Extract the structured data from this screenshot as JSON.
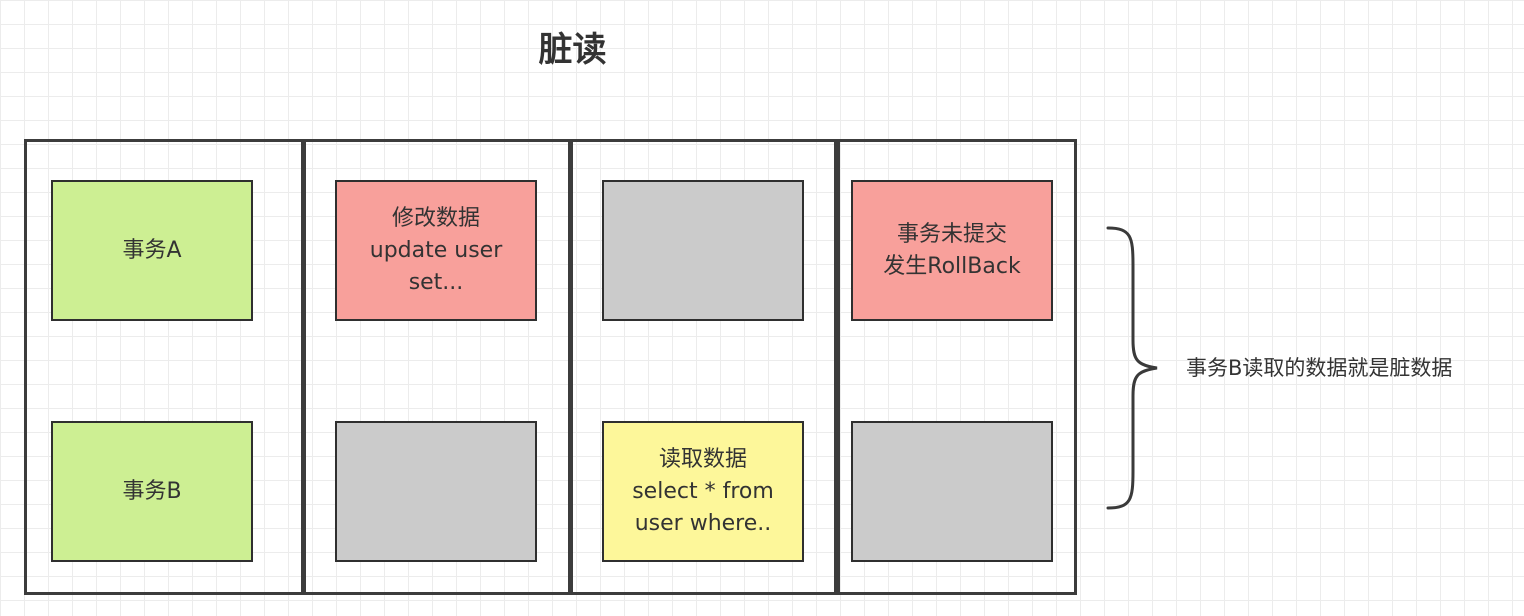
{
  "title": "脏读",
  "columns": [
    {
      "top": {
        "text": "事务A",
        "color": "#cdef93"
      },
      "bottom": {
        "text": "事务B",
        "color": "#cdef93"
      }
    },
    {
      "top": {
        "text": "修改数据\nupdate user\nset...",
        "color": "#f8a09b"
      },
      "bottom": {
        "text": "",
        "color": "#cbcbcb"
      }
    },
    {
      "top": {
        "text": "",
        "color": "#cbcbcb"
      },
      "bottom": {
        "text": "读取数据\nselect * from\nuser where..",
        "color": "#fdf79a"
      }
    },
    {
      "top": {
        "text": "事务未提交\n发生RollBack",
        "color": "#f8a09b"
      },
      "bottom": {
        "text": "",
        "color": "#cbcbcb"
      }
    }
  ],
  "annotation": {
    "text": "事务B读取的数据就是脏数据",
    "icon": "curly-brace-icon"
  }
}
